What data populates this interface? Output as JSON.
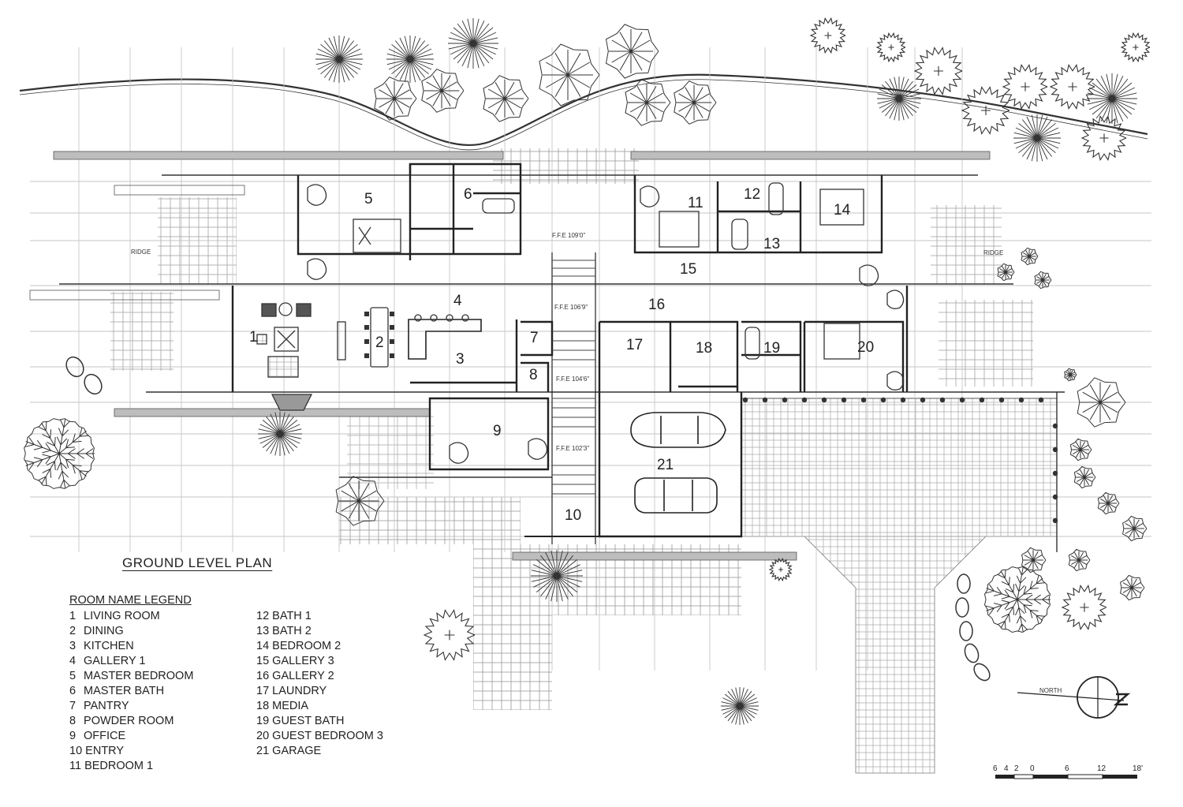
{
  "plan_title": "GROUND LEVEL PLAN",
  "legend": {
    "heading": "ROOM NAME LEGEND",
    "col1": [
      {
        "n": "1",
        "name": "LIVING ROOM"
      },
      {
        "n": "2",
        "name": "DINING"
      },
      {
        "n": "3",
        "name": "KITCHEN"
      },
      {
        "n": "4",
        "name": "GALLERY 1"
      },
      {
        "n": "5",
        "name": "MASTER BEDROOM"
      },
      {
        "n": "6",
        "name": "MASTER BATH"
      },
      {
        "n": "7",
        "name": "PANTRY"
      },
      {
        "n": "8",
        "name": "POWDER ROOM"
      },
      {
        "n": "9",
        "name": "OFFICE"
      },
      {
        "n": "10",
        "name": "ENTRY"
      },
      {
        "n": "11",
        "name": "BEDROOM 1"
      }
    ],
    "col2": [
      {
        "n": "12",
        "name": "BATH 1"
      },
      {
        "n": "13",
        "name": "BATH 2"
      },
      {
        "n": "14",
        "name": "BEDROOM 2"
      },
      {
        "n": "15",
        "name": "GALLERY 3"
      },
      {
        "n": "16",
        "name": "GALLERY 2"
      },
      {
        "n": "17",
        "name": "LAUNDRY"
      },
      {
        "n": "18",
        "name": "MEDIA"
      },
      {
        "n": "19",
        "name": "GUEST BATH"
      },
      {
        "n": "20",
        "name": "GUEST BEDROOM 3"
      },
      {
        "n": "21",
        "name": "GARAGE"
      }
    ]
  },
  "room_numbers": {
    "r1": "1",
    "r2": "2",
    "r3": "3",
    "r4": "4",
    "r5": "5",
    "r6": "6",
    "r7": "7",
    "r8": "8",
    "r9": "9",
    "r10": "10",
    "r11": "11",
    "r12": "12",
    "r13": "13",
    "r14": "14",
    "r15": "15",
    "r16": "16",
    "r17": "17",
    "r18": "18",
    "r19": "19",
    "r20": "20",
    "r21": "21"
  },
  "level_labels": {
    "ffe1": "F.F.E 109'0\"",
    "ffe2": "F.F.E 106'9\"",
    "ffe3": "F.F.E 104'6\"",
    "ffe4": "F.F.E 102'3\""
  },
  "ridge_labels": {
    "left": "RIDGE",
    "right": "RIDGE"
  },
  "north_label": "NORTH",
  "scale_labels": [
    "6",
    "4",
    "2",
    "0",
    "6",
    "12",
    "18'"
  ],
  "colors": {
    "ink": "#222222",
    "light_ink": "#8a8a8a",
    "paving": "#b5b5b5"
  }
}
